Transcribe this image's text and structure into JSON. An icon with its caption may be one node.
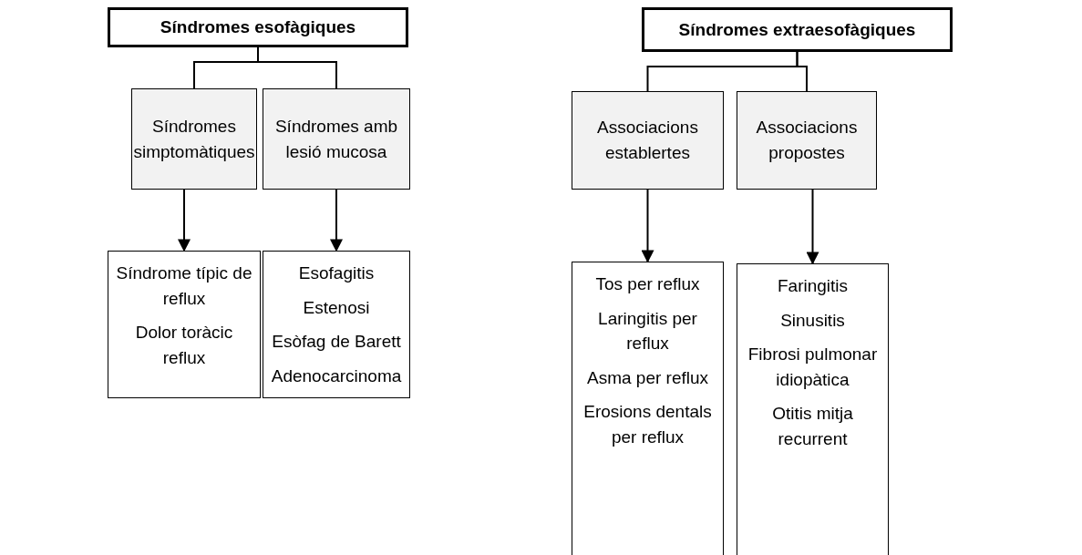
{
  "diagram": {
    "nodes": [
      {
        "text": [
          "Síndromes esofàgiques"
        ]
      },
      {
        "text": [
          "Síndromes simptomàtiques"
        ]
      },
      {
        "text": [
          "Síndromes amb lesió mucosa"
        ]
      },
      {
        "text": [
          "Síndrome típic de reflux",
          "Dolor toràcic reflux"
        ]
      },
      {
        "text": [
          "Esofagitis",
          "Estenosi",
          "Esòfag de Barett",
          "Adenocarcinoma"
        ]
      },
      {
        "text": [
          "Síndromes extraesofàgiques"
        ]
      },
      {
        "text": [
          "Associacions establertes"
        ]
      },
      {
        "text": [
          "Associacions propostes"
        ]
      },
      {
        "text": [
          "Tos per reflux",
          "Laringitis per reflux",
          "Asma per reflux",
          "Erosions dentals per reflux"
        ]
      },
      {
        "text": [
          "Faringitis",
          "Sinusitis",
          "Fibrosi pulmonar idiopàtica",
          "Otitis mitja recurrent"
        ]
      }
    ],
    "edges": [
      {
        "from": 0,
        "to": 1,
        "arrow": "none"
      },
      {
        "from": 0,
        "to": 2,
        "arrow": "none"
      },
      {
        "from": 1,
        "to": 3,
        "arrow": "to"
      },
      {
        "from": 2,
        "to": 4,
        "arrow": "to"
      },
      {
        "from": 5,
        "to": 6,
        "arrow": "none"
      },
      {
        "from": 5,
        "to": 7,
        "arrow": "none"
      },
      {
        "from": 6,
        "to": 8,
        "arrow": "to"
      },
      {
        "from": 7,
        "to": 9,
        "arrow": "to"
      }
    ]
  }
}
